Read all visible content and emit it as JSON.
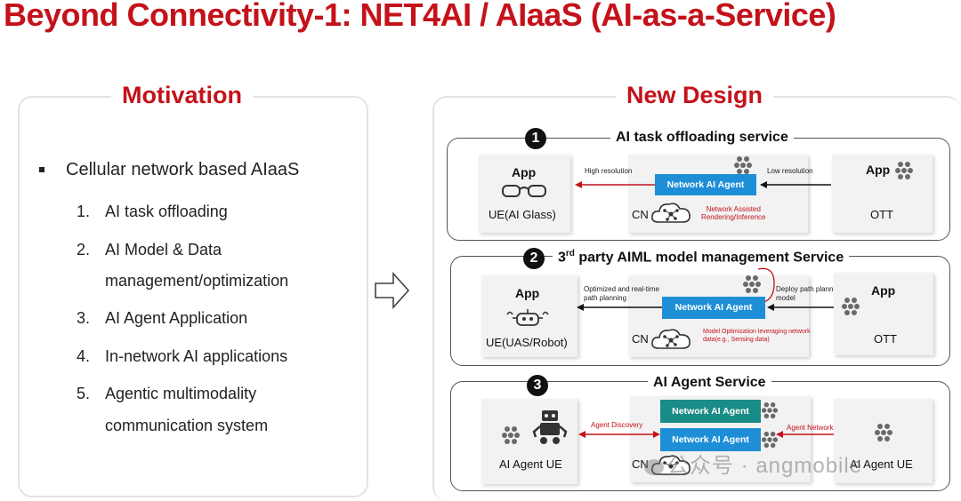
{
  "slide": {
    "title": "Beyond Connectivity-1: NET4AI / AIaaS (AI-as-a-Service)"
  },
  "motivation": {
    "heading": "Motivation",
    "bullet": "Cellular network based AIaaS",
    "items": [
      {
        "num": "1.",
        "lines": [
          "AI task offloading"
        ]
      },
      {
        "num": "2.",
        "lines": [
          "AI Model & Data",
          "management/optimization"
        ]
      },
      {
        "num": "3.",
        "lines": [
          "AI Agent Application"
        ]
      },
      {
        "num": "4.",
        "lines": [
          "In-network AI applications"
        ]
      },
      {
        "num": "5.",
        "lines": [
          "Agentic multimodality",
          "communication system"
        ]
      }
    ]
  },
  "new_design": {
    "heading": "New Design",
    "row1": {
      "number": "1",
      "title": "AI task offloading service",
      "ue_app": "App",
      "ue_label": "UE(AI Glass)",
      "agent": "Network AI Agent",
      "cn": "CN",
      "high_res": "High resolution",
      "low_res": "Low resolution",
      "note": [
        "Network Assisted",
        "Rendering/Inference"
      ],
      "ott_app": "App",
      "ott_label": "OTT"
    },
    "row2": {
      "number": "2",
      "title_sup": "rd",
      "title_pre": "3",
      "title_post": " party AIML model management Service",
      "ue_app": "App",
      "ue_label": "UE(UAS/Robot)",
      "agent": "Network AI Agent",
      "cn": "CN",
      "left_note": [
        "Optimized and real-time",
        "path planning"
      ],
      "right_note": [
        "Deploy path planning",
        "model"
      ],
      "note": [
        "Model Optimization leveraging network",
        "data(e.g., Sensing data)"
      ],
      "ott_app": "App",
      "ott_label": "OTT"
    },
    "row3": {
      "number": "3",
      "title": "AI Agent Service",
      "ue_label": "AI Agent UE",
      "agent_top": "Network AI Agent",
      "agent_bottom": "Network AI Agent",
      "cn": "CN",
      "discovery": "Agent Discovery",
      "networking": "Agent Networking",
      "right_label": "AI Agent UE"
    }
  },
  "watermark": "公众号 · angmobile",
  "colors": {
    "accent": "#c4121a",
    "agent_blue": "#1e8fd6",
    "agent_teal": "#1a8c87"
  }
}
